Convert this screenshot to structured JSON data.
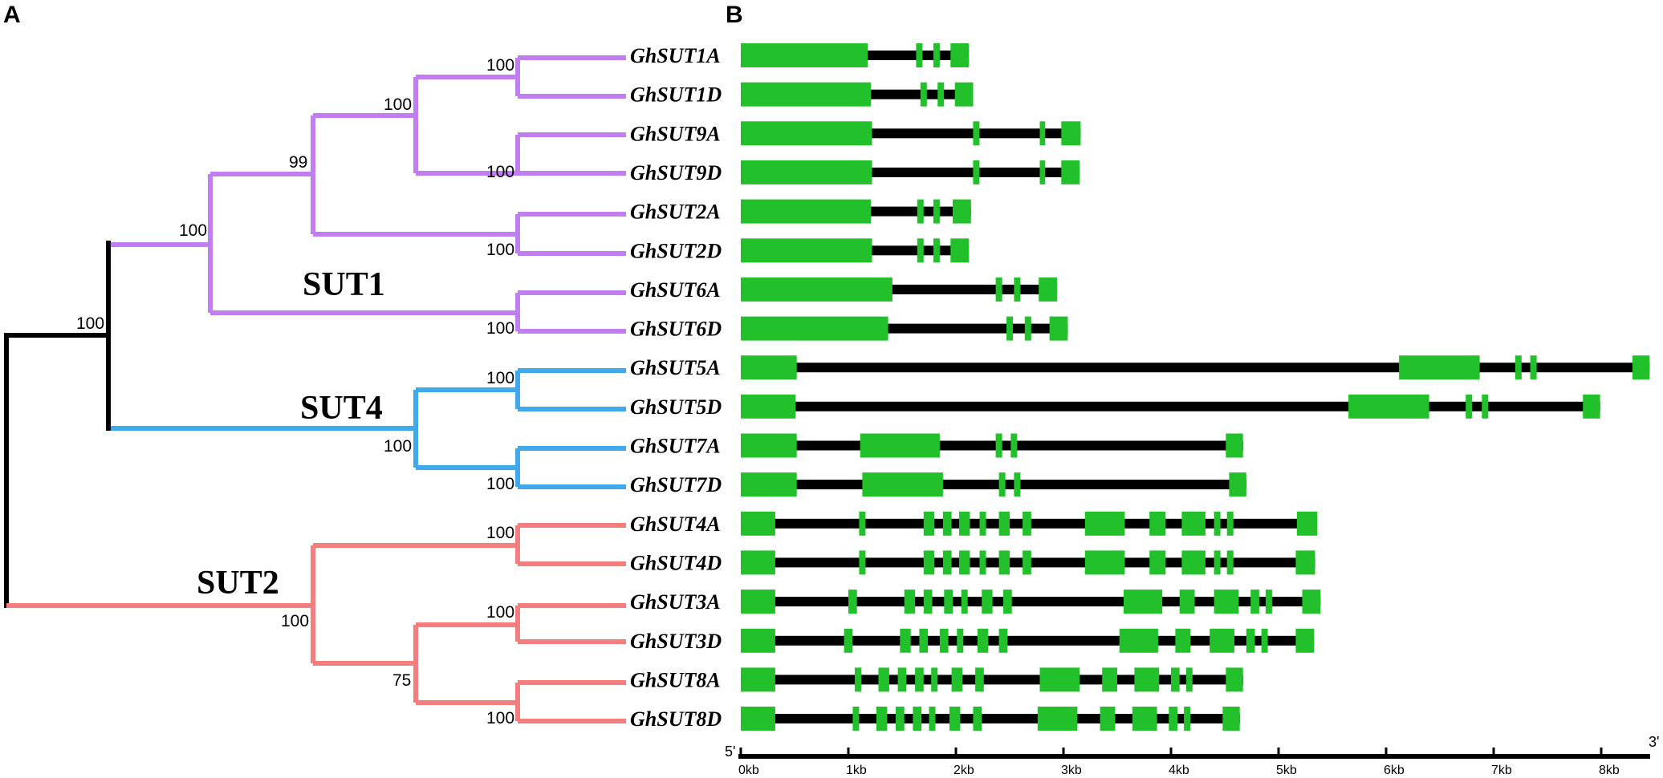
{
  "panels": {
    "a": "A",
    "b": "B"
  },
  "colors": {
    "sut1": "#c07ef0",
    "sut4": "#3fa9eb",
    "sut2": "#f47d7d",
    "root": "#000000",
    "exon": "#22c02a",
    "intron": "#000000"
  },
  "clades": {
    "sut1": "SUT1",
    "sut4": "SUT4",
    "sut2": "SUT2"
  },
  "bootstrap": {
    "sut1a_sut1d": "100",
    "sut1_sut9": "100",
    "sut9a_sut9d": "100",
    "sut1_9_2": "99",
    "sut2a_sut2d": "100",
    "sut1_clade": "100",
    "sut6a_sut6d": "100",
    "sut1_sut4": "100",
    "sut5a_sut5d": "100",
    "sut4_clade": "100",
    "sut7a_sut7d": "100",
    "sut4a_sut4d": "100",
    "sut2_clade": "100",
    "sut3a_sut3d": "100",
    "sut3_sut8": "75",
    "sut8a_sut8d": "100"
  },
  "genes": [
    {
      "name": "GhSUT1A",
      "clade": "sut1",
      "length_kb": 2.12,
      "exons": [
        [
          0,
          1.18
        ],
        [
          1.63,
          1.69
        ],
        [
          1.79,
          1.85
        ],
        [
          1.95,
          2.12
        ]
      ]
    },
    {
      "name": "GhSUT1D",
      "clade": "sut1",
      "length_kb": 2.16,
      "exons": [
        [
          0,
          1.21
        ],
        [
          1.67,
          1.73
        ],
        [
          1.83,
          1.89
        ],
        [
          1.99,
          2.16
        ]
      ]
    },
    {
      "name": "GhSUT9A",
      "clade": "sut1",
      "length_kb": 3.16,
      "exons": [
        [
          0,
          1.22
        ],
        [
          2.16,
          2.22
        ],
        [
          2.78,
          2.83
        ],
        [
          2.98,
          3.16
        ]
      ]
    },
    {
      "name": "GhSUT9D",
      "clade": "sut1",
      "length_kb": 3.15,
      "exons": [
        [
          0,
          1.22
        ],
        [
          2.16,
          2.22
        ],
        [
          2.78,
          2.83
        ],
        [
          2.98,
          3.15
        ]
      ]
    },
    {
      "name": "GhSUT2A",
      "clade": "sut1",
      "length_kb": 2.14,
      "exons": [
        [
          0,
          1.21
        ],
        [
          1.64,
          1.7
        ],
        [
          1.79,
          1.85
        ],
        [
          1.97,
          2.14
        ]
      ]
    },
    {
      "name": "GhSUT2D",
      "clade": "sut1",
      "length_kb": 2.12,
      "exons": [
        [
          0,
          1.22
        ],
        [
          1.64,
          1.7
        ],
        [
          1.79,
          1.85
        ],
        [
          1.95,
          2.12
        ]
      ]
    },
    {
      "name": "GhSUT6A",
      "clade": "sut1",
      "length_kb": 2.94,
      "exons": [
        [
          0,
          1.41
        ],
        [
          2.37,
          2.43
        ],
        [
          2.54,
          2.6
        ],
        [
          2.77,
          2.94
        ]
      ]
    },
    {
      "name": "GhSUT6D",
      "clade": "sut1",
      "length_kb": 3.04,
      "exons": [
        [
          0,
          1.37
        ],
        [
          2.47,
          2.53
        ],
        [
          2.64,
          2.7
        ],
        [
          2.87,
          3.04
        ]
      ]
    },
    {
      "name": "GhSUT5A",
      "clade": "sut4",
      "length_kb": 8.45,
      "exons": [
        [
          0,
          0.52
        ],
        [
          6.12,
          6.87
        ],
        [
          7.2,
          7.26
        ],
        [
          7.34,
          7.4
        ],
        [
          8.29,
          8.45
        ]
      ]
    },
    {
      "name": "GhSUT5D",
      "clade": "sut4",
      "length_kb": 7.99,
      "exons": [
        [
          0,
          0.51
        ],
        [
          5.65,
          6.4
        ],
        [
          6.74,
          6.8
        ],
        [
          6.89,
          6.95
        ],
        [
          7.83,
          7.99
        ]
      ]
    },
    {
      "name": "GhSUT7A",
      "clade": "sut4",
      "length_kb": 4.67,
      "exons": [
        [
          0,
          0.52
        ],
        [
          1.11,
          1.85
        ],
        [
          2.37,
          2.43
        ],
        [
          2.51,
          2.57
        ],
        [
          4.51,
          4.67
        ]
      ]
    },
    {
      "name": "GhSUT7D",
      "clade": "sut4",
      "length_kb": 4.7,
      "exons": [
        [
          0,
          0.52
        ],
        [
          1.13,
          1.88
        ],
        [
          2.4,
          2.46
        ],
        [
          2.54,
          2.6
        ],
        [
          4.54,
          4.7
        ]
      ]
    },
    {
      "name": "GhSUT4A",
      "clade": "sut2",
      "length_kb": 5.36,
      "exons": [
        [
          0,
          0.32
        ],
        [
          1.1,
          1.16
        ],
        [
          1.7,
          1.8
        ],
        [
          1.88,
          1.96
        ],
        [
          2.03,
          2.13
        ],
        [
          2.22,
          2.28
        ],
        [
          2.4,
          2.5
        ],
        [
          2.62,
          2.7
        ],
        [
          3.2,
          3.57
        ],
        [
          3.8,
          3.95
        ],
        [
          4.1,
          4.32
        ],
        [
          4.4,
          4.46
        ],
        [
          4.52,
          4.58
        ],
        [
          5.17,
          5.36
        ]
      ]
    },
    {
      "name": "GhSUT4D",
      "clade": "sut2",
      "length_kb": 5.34,
      "exons": [
        [
          0,
          0.32
        ],
        [
          1.1,
          1.16
        ],
        [
          1.7,
          1.8
        ],
        [
          1.88,
          1.96
        ],
        [
          2.03,
          2.13
        ],
        [
          2.22,
          2.28
        ],
        [
          2.4,
          2.5
        ],
        [
          2.62,
          2.7
        ],
        [
          3.2,
          3.57
        ],
        [
          3.8,
          3.95
        ],
        [
          4.1,
          4.32
        ],
        [
          4.4,
          4.46
        ],
        [
          4.52,
          4.58
        ],
        [
          5.16,
          5.34
        ]
      ]
    },
    {
      "name": "GhSUT3A",
      "clade": "sut2",
      "length_kb": 5.39,
      "exons": [
        [
          0,
          0.32
        ],
        [
          1.0,
          1.08
        ],
        [
          1.52,
          1.62
        ],
        [
          1.7,
          1.78
        ],
        [
          1.89,
          1.97
        ],
        [
          2.05,
          2.11
        ],
        [
          2.24,
          2.34
        ],
        [
          2.44,
          2.52
        ],
        [
          3.56,
          3.92
        ],
        [
          4.08,
          4.22
        ],
        [
          4.4,
          4.63
        ],
        [
          4.74,
          4.82
        ],
        [
          4.88,
          4.94
        ],
        [
          5.22,
          5.39
        ]
      ]
    },
    {
      "name": "GhSUT3D",
      "clade": "sut2",
      "length_kb": 5.33,
      "exons": [
        [
          0,
          0.32
        ],
        [
          0.96,
          1.04
        ],
        [
          1.48,
          1.58
        ],
        [
          1.66,
          1.74
        ],
        [
          1.85,
          1.93
        ],
        [
          2.01,
          2.07
        ],
        [
          2.2,
          2.3
        ],
        [
          2.4,
          2.48
        ],
        [
          3.52,
          3.88
        ],
        [
          4.04,
          4.18
        ],
        [
          4.36,
          4.59
        ],
        [
          4.7,
          4.78
        ],
        [
          4.84,
          4.9
        ],
        [
          5.16,
          5.33
        ]
      ]
    },
    {
      "name": "GhSUT8A",
      "clade": "sut2",
      "length_kb": 4.67,
      "exons": [
        [
          0,
          0.32
        ],
        [
          1.06,
          1.12
        ],
        [
          1.28,
          1.38
        ],
        [
          1.46,
          1.54
        ],
        [
          1.62,
          1.7
        ],
        [
          1.77,
          1.83
        ],
        [
          1.96,
          2.06
        ],
        [
          2.18,
          2.26
        ],
        [
          2.78,
          3.15
        ],
        [
          3.36,
          3.5
        ],
        [
          3.66,
          3.89
        ],
        [
          4.0,
          4.08
        ],
        [
          4.14,
          4.2
        ],
        [
          4.51,
          4.67
        ]
      ]
    },
    {
      "name": "GhSUT8D",
      "clade": "sut2",
      "length_kb": 4.64,
      "exons": [
        [
          0,
          0.32
        ],
        [
          1.04,
          1.1
        ],
        [
          1.26,
          1.36
        ],
        [
          1.44,
          1.52
        ],
        [
          1.6,
          1.68
        ],
        [
          1.75,
          1.81
        ],
        [
          1.94,
          2.04
        ],
        [
          2.16,
          2.24
        ],
        [
          2.76,
          3.13
        ],
        [
          3.34,
          3.48
        ],
        [
          3.64,
          3.87
        ],
        [
          3.98,
          4.06
        ],
        [
          4.12,
          4.18
        ],
        [
          4.48,
          4.64
        ]
      ]
    }
  ],
  "scale": {
    "start_label": "5'",
    "end_label": "3'",
    "max_kb": 8.5,
    "ticks": [
      {
        "kb": 0,
        "label": "0kb"
      },
      {
        "kb": 1,
        "label": "1kb"
      },
      {
        "kb": 2,
        "label": "2kb"
      },
      {
        "kb": 3,
        "label": "3kb"
      },
      {
        "kb": 4,
        "label": "4kb"
      },
      {
        "kb": 5,
        "label": "5kb"
      },
      {
        "kb": 6,
        "label": "6kb"
      },
      {
        "kb": 7,
        "label": "7kb"
      },
      {
        "kb": 8,
        "label": "8kb"
      }
    ]
  }
}
